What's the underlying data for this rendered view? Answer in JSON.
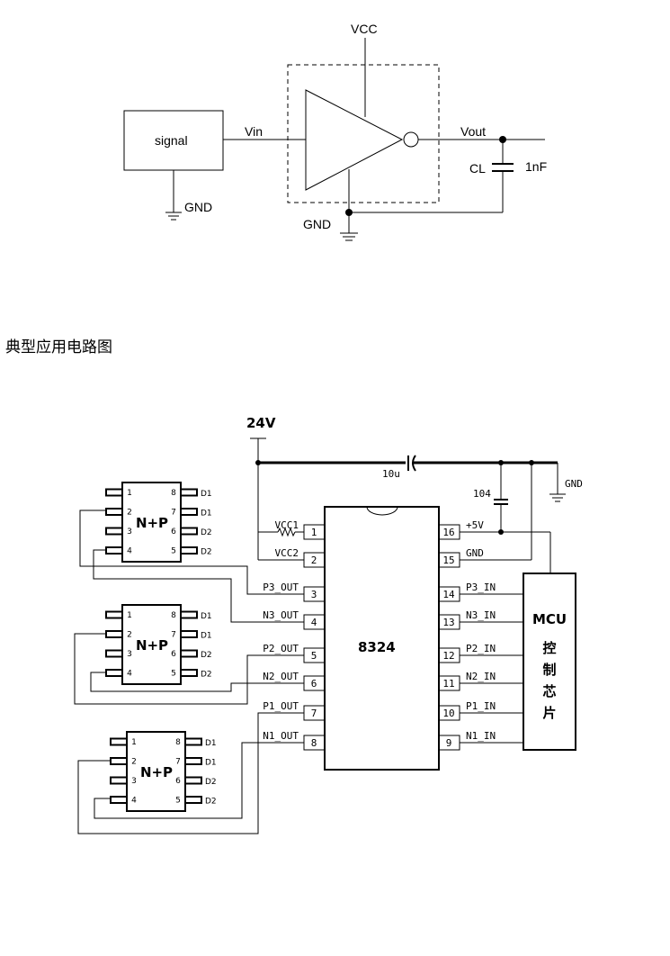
{
  "top_diagram": {
    "signal_label": "signal",
    "vin_label": "Vin",
    "vcc_label": "VCC",
    "vout_label": "Vout",
    "cl_label": "CL",
    "cap_value": "1nF",
    "gnd_signal_label": "GND",
    "gnd_label": "GND"
  },
  "section_title": "典型应用电路图",
  "app_circuit": {
    "supply_label": "24V",
    "cap_10u_label": "10u",
    "cap_104_label": "104",
    "gnd_label": "GND",
    "chip_label": "8324",
    "chip_label_color": "#f07f1e",
    "mcu_label": "MCU",
    "mcu_chars": [
      "控",
      "制",
      "芯",
      "片"
    ],
    "left_pins": [
      {
        "num": "1",
        "name": "VCC1"
      },
      {
        "num": "2",
        "name": "VCC2"
      },
      {
        "num": "3",
        "name": "P3_OUT"
      },
      {
        "num": "4",
        "name": "N3_OUT"
      },
      {
        "num": "5",
        "name": "P2_OUT"
      },
      {
        "num": "6",
        "name": "N2_OUT"
      },
      {
        "num": "7",
        "name": "P1_OUT"
      },
      {
        "num": "8",
        "name": "N1_OUT"
      }
    ],
    "right_pins": [
      {
        "num": "16",
        "name": "+5V"
      },
      {
        "num": "15",
        "name": "GND"
      },
      {
        "num": "14",
        "name": "P3_IN"
      },
      {
        "num": "13",
        "name": "N3_IN"
      },
      {
        "num": "12",
        "name": "P2_IN"
      },
      {
        "num": "11",
        "name": "N2_IN"
      },
      {
        "num": "10",
        "name": "P1_IN"
      },
      {
        "num": "9",
        "name": "N1_IN"
      }
    ],
    "mosfet_label": "N+P",
    "mosfet_left_pins": [
      "1",
      "2",
      "3",
      "4"
    ],
    "mosfet_right_pins": [
      "8",
      "7",
      "6",
      "5"
    ],
    "mosfet_right_labels": [
      "D1",
      "D1",
      "D2",
      "D2"
    ]
  }
}
